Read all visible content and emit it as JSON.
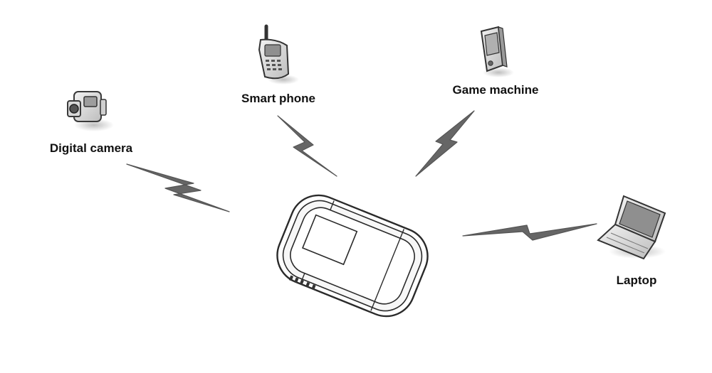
{
  "devices": {
    "digital_camera": {
      "label": "Digital camera",
      "icon": "video-camera-icon"
    },
    "smart_phone": {
      "label": "Smart phone",
      "icon": "mobile-phone-icon"
    },
    "game_machine": {
      "label": "Game machine",
      "icon": "handheld-game-icon"
    },
    "laptop": {
      "label": "Laptop",
      "icon": "laptop-icon"
    }
  },
  "hub": {
    "icon": "mobile-wifi-router-icon"
  },
  "links": {
    "icon": "wireless-signal-icon",
    "color": "#666666"
  }
}
